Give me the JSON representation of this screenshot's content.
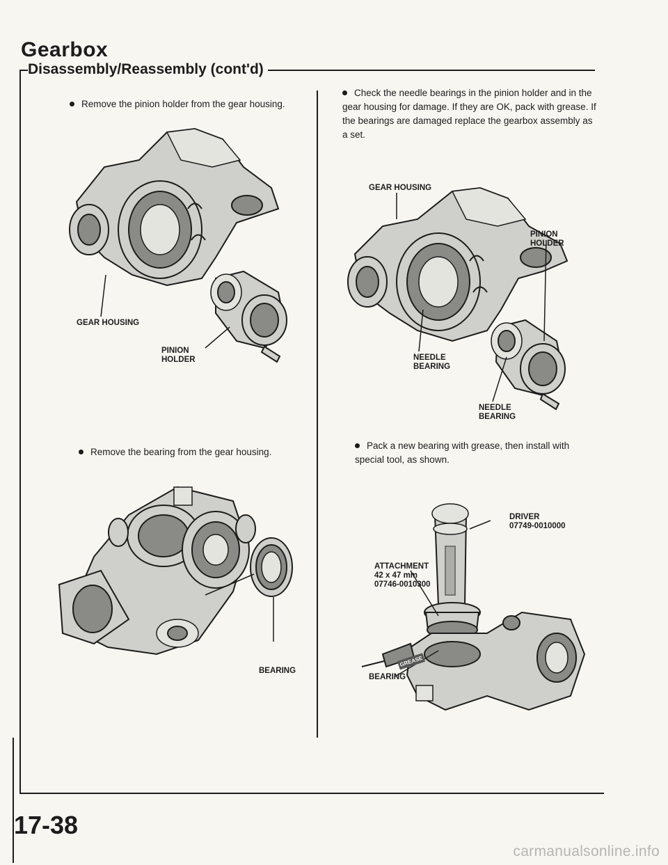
{
  "header": {
    "title": "Gearbox",
    "subtitle": "Disassembly/Reassembly (cont'd)"
  },
  "left_column": {
    "step1": {
      "text": "Remove the pinion holder from the gear housing.",
      "labels": {
        "gear_housing": "GEAR HOUSING",
        "pinion_holder": "PINION\nHOLDER"
      }
    },
    "step2": {
      "text": "Remove the bearing from the gear housing.",
      "labels": {
        "bearing": "BEARING"
      }
    }
  },
  "right_column": {
    "step3": {
      "text": "Check the needle bearings in the pinion holder and in the gear housing for damage. If they are OK, pack with grease. If the bearings are damaged replace the gearbox assembly as a set.",
      "labels": {
        "gear_housing": "GEAR HOUSING",
        "pinion_holder": "PINION\nHOLDER",
        "needle_bearing_1": "NEEDLE\nBEARING",
        "needle_bearing_2": "NEEDLE\nBEARING"
      }
    },
    "step4": {
      "text": "Pack a new bearing with grease, then install with special tool, as shown.",
      "labels": {
        "driver": "DRIVER\n07749-0010000",
        "attachment": "ATTACHMENT\n42 x 47 mm\n07746-0010300",
        "grease": "GREASE",
        "bearing": "BEARING"
      }
    }
  },
  "footer": {
    "page_number": "17-38",
    "watermark": "carmanualsonline.info"
  }
}
